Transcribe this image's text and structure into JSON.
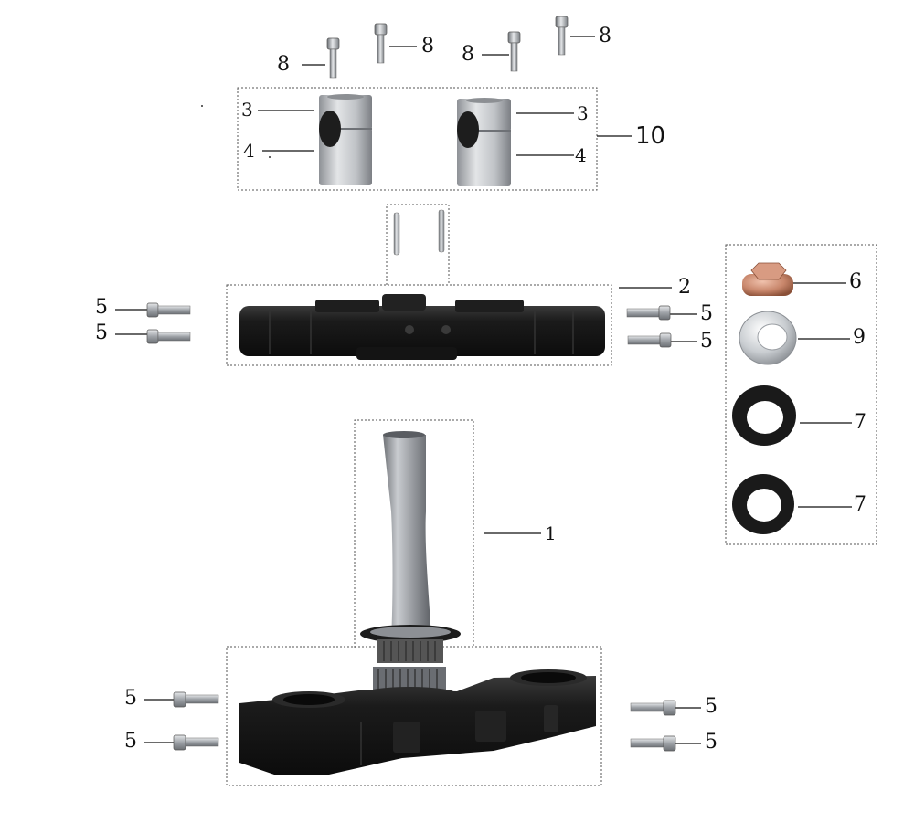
{
  "callouts": {
    "c1": "1",
    "c2": "2",
    "c3a": "3",
    "c3b": "3",
    "c4a": "4",
    "c4b": "4",
    "c5a": "5",
    "c5b": "5",
    "c5c": "5",
    "c5d": "5",
    "c5e": "5",
    "c5f": "5",
    "c5g": "5",
    "c5h": "5",
    "c6": "6",
    "c7a": "7",
    "c7b": "7",
    "c8a": "8",
    "c8b": "8",
    "c8c": "8",
    "c8d": "8",
    "c9": "9",
    "c10": "10"
  },
  "colors": {
    "black_part": "#151515",
    "steel": "#b9bdc2",
    "aluminium": "#c7c9cc",
    "copper_nut": "#c8866b",
    "seal": "#1a1a1a"
  }
}
